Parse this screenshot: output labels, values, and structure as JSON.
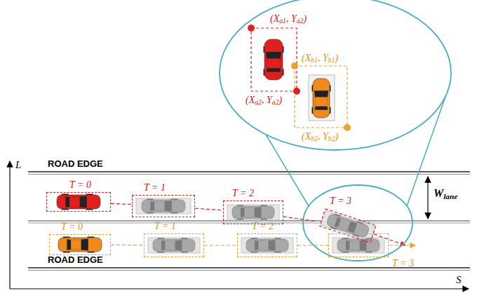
{
  "diagram": {
    "nodes": [
      {
        "text": [
          "T = 0"
        ]
      },
      {
        "text": [
          "T = 1"
        ]
      },
      {
        "text": [
          "T = 2"
        ]
      },
      {
        "text": [
          "T = 3"
        ]
      },
      {
        "text": [
          "T = 0"
        ]
      },
      {
        "text": [
          "T = 1"
        ]
      },
      {
        "text": [
          "T = 2"
        ]
      },
      {
        "text": [
          "T = 3"
        ]
      }
    ],
    "edges": [
      {
        "from": 0,
        "to": 1,
        "arrow": "none"
      },
      {
        "from": 1,
        "to": 2,
        "arrow": "none"
      },
      {
        "from": 2,
        "to": 3,
        "arrow": "none"
      },
      {
        "from": 4,
        "to": 5,
        "arrow": "none"
      },
      {
        "from": 5,
        "to": 6,
        "arrow": "none"
      },
      {
        "from": 6,
        "to": 7,
        "arrow": "none"
      }
    ],
    "labels": [
      "(Xa1, Ya2)",
      "(Xb1, Yb1)",
      "(Xa2, Ya2)",
      "(Xb2, Yb2)",
      "L",
      "ROAD EDGE",
      "Wlane",
      "ROAD EDGE",
      "S"
    ]
  }
}
